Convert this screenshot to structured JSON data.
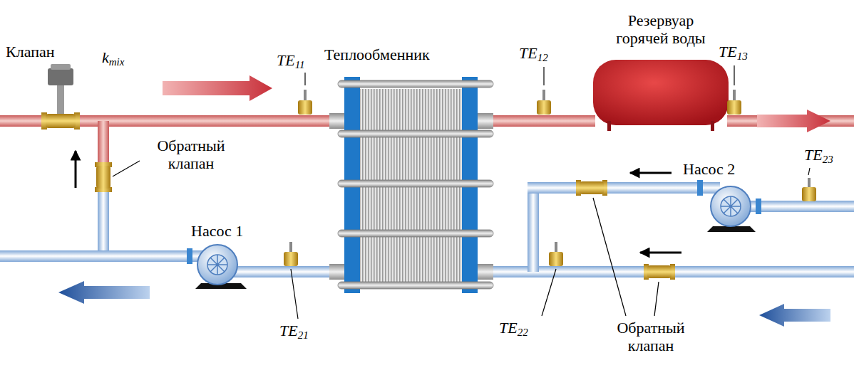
{
  "diagram": {
    "labels": [
      "Резервуар горячей воды",
      "Клапан",
      "kmix",
      "TE11",
      "Теплообменник",
      "TE12",
      "TE13",
      "Обратный клапан",
      "TE23",
      "Насос 2",
      "Насос 1",
      "TE21",
      "TE22",
      "Обратный клапан"
    ]
  }
}
